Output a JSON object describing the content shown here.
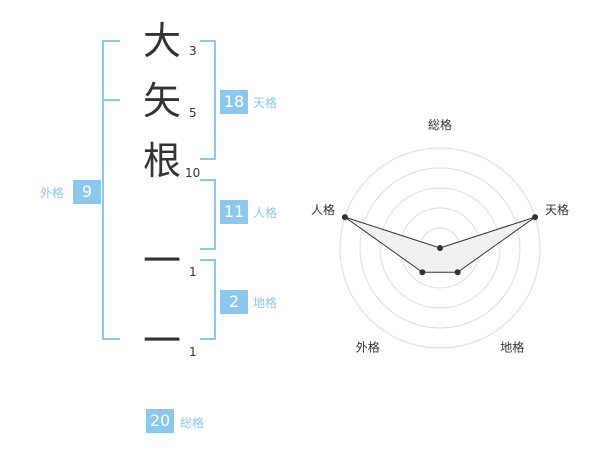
{
  "name_chars": [
    {
      "char": "大",
      "strokes": "3"
    },
    {
      "char": "矢",
      "strokes": "5"
    },
    {
      "char": "根",
      "strokes": "10"
    },
    {
      "char": "一",
      "strokes": "1"
    },
    {
      "char": "一",
      "strokes": "1"
    }
  ],
  "kakusuu": {
    "tenkaku": {
      "value": "18",
      "label": "天格"
    },
    "jinkaku": {
      "value": "11",
      "label": "人格"
    },
    "chikaku": {
      "value": "2",
      "label": "地格"
    },
    "gaikaku": {
      "value": "9",
      "label": "外格"
    },
    "soukaku": {
      "value": "20",
      "label": "総格"
    }
  },
  "radar": {
    "axes": [
      "総格",
      "天格",
      "地格",
      "外格",
      "人格"
    ],
    "levels": 5,
    "values": [
      0,
      5,
      1.5,
      1.5,
      5
    ],
    "colors": {
      "ring": "#dddddd",
      "fill": "#efefef",
      "line": "#333333",
      "center": "#bbbbbb"
    }
  },
  "colors": {
    "accent": "#8cc8ee",
    "text": "#333333"
  }
}
